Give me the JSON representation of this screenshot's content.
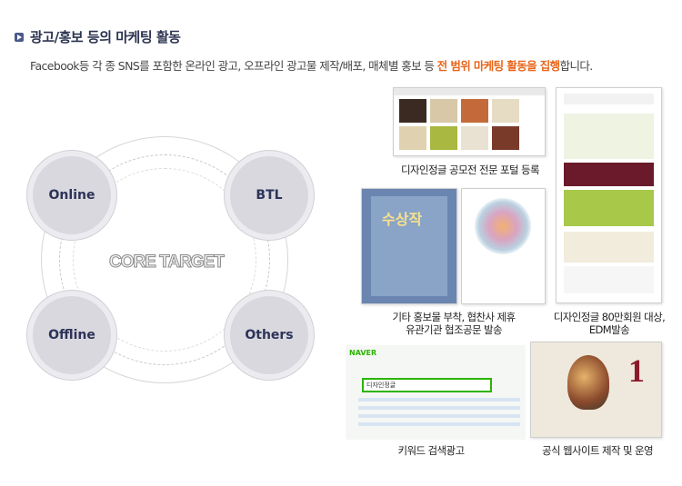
{
  "header": {
    "title": "광고/홍보 등의 마케팅 활동",
    "desc_prefix": "Facebook등 각 종 SNS를 포함한 온라인 광고, 오프라인 광고물 제작/배포, 매체별 홍보 등 ",
    "desc_highlight": "전 범위 마케팅 활동을 집행",
    "desc_suffix": "합니다."
  },
  "diagram": {
    "nodes": [
      "Online",
      "BTL",
      "Offline",
      "Others"
    ],
    "center": "CORE TARGET"
  },
  "examples": {
    "portal_caption": "디자인정글 공모전 전문 포털 등록",
    "poster_caption_line1": "기타 홍보물 부착, 협찬사 제휴",
    "poster_caption_line2": "유관기관 협조공문 발송",
    "edm_caption_line1": "디자인정글 80만회원 대상,",
    "edm_caption_line2": "EDM발송",
    "keyword_caption": "키워드 검색광고",
    "site_caption": "공식 웹사이트 제작 및 운영",
    "naver_logo": "NAVER",
    "naver_query": "디자인정글",
    "poster_title": "수상작",
    "site_number": "1"
  },
  "colors": {
    "accent": "#e8651a",
    "heading": "#2c3450",
    "node": "#d9d8de",
    "naver_green": "#2db400"
  }
}
